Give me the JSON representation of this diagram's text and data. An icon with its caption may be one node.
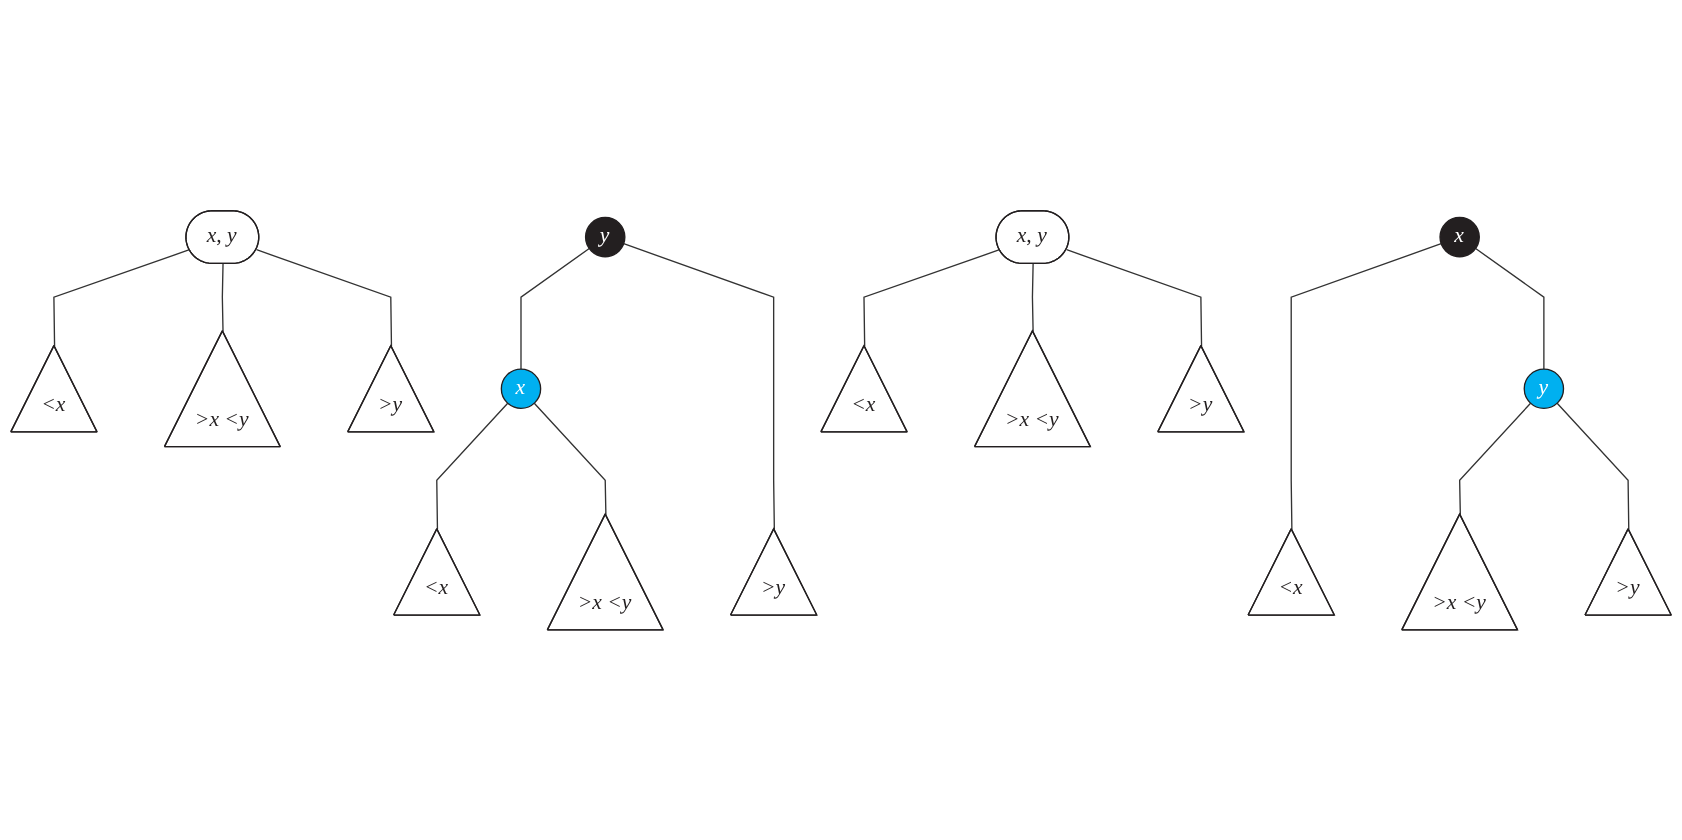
{
  "diagram": {
    "nodes": [
      {
        "text": [
          "x, y"
        ]
      },
      {
        "text": [
          "<x"
        ]
      },
      {
        "text": [
          ">x <y"
        ]
      },
      {
        "text": [
          ">y"
        ]
      },
      {
        "text": [
          "y"
        ]
      },
      {
        "text": [
          "x"
        ]
      },
      {
        "text": [
          "<x"
        ]
      },
      {
        "text": [
          ">x <y"
        ]
      },
      {
        "text": [
          ">y"
        ]
      },
      {
        "text": [
          "x, y"
        ]
      },
      {
        "text": [
          "<x"
        ]
      },
      {
        "text": [
          ">x <y"
        ]
      },
      {
        "text": [
          ">y"
        ]
      },
      {
        "text": [
          "x"
        ]
      },
      {
        "text": [
          "y"
        ]
      },
      {
        "text": [
          "<x"
        ]
      },
      {
        "text": [
          ">x <y"
        ]
      },
      {
        "text": [
          ">y"
        ]
      }
    ],
    "edges": [
      {
        "from": 0,
        "to": 1,
        "arrow": "none"
      },
      {
        "from": 0,
        "to": 2,
        "arrow": "none"
      },
      {
        "from": 0,
        "to": 3,
        "arrow": "none"
      },
      {
        "from": 4,
        "to": 5,
        "arrow": "none"
      },
      {
        "from": 4,
        "to": 8,
        "arrow": "none"
      },
      {
        "from": 5,
        "to": 6,
        "arrow": "none"
      },
      {
        "from": 5,
        "to": 7,
        "arrow": "none"
      },
      {
        "from": 9,
        "to": 10,
        "arrow": "none"
      },
      {
        "from": 9,
        "to": 11,
        "arrow": "none"
      },
      {
        "from": 9,
        "to": 12,
        "arrow": "none"
      },
      {
        "from": 13,
        "to": 15,
        "arrow": "none"
      },
      {
        "from": 13,
        "to": 14,
        "arrow": "none"
      },
      {
        "from": 14,
        "to": 16,
        "arrow": "none"
      },
      {
        "from": 14,
        "to": 17,
        "arrow": "none"
      }
    ]
  }
}
